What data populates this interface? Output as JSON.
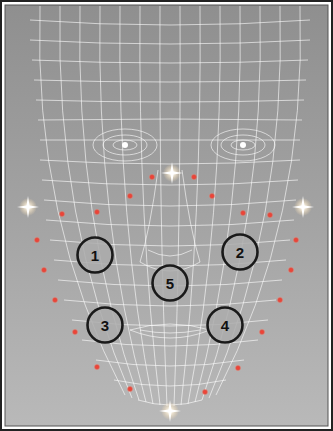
{
  "diagram": {
    "nodes": [
      {
        "text": [
          "1"
        ]
      },
      {
        "text": [
          "2"
        ]
      },
      {
        "text": [
          "5"
        ]
      },
      {
        "text": [
          "3"
        ]
      },
      {
        "text": [
          "4"
        ]
      }
    ]
  }
}
